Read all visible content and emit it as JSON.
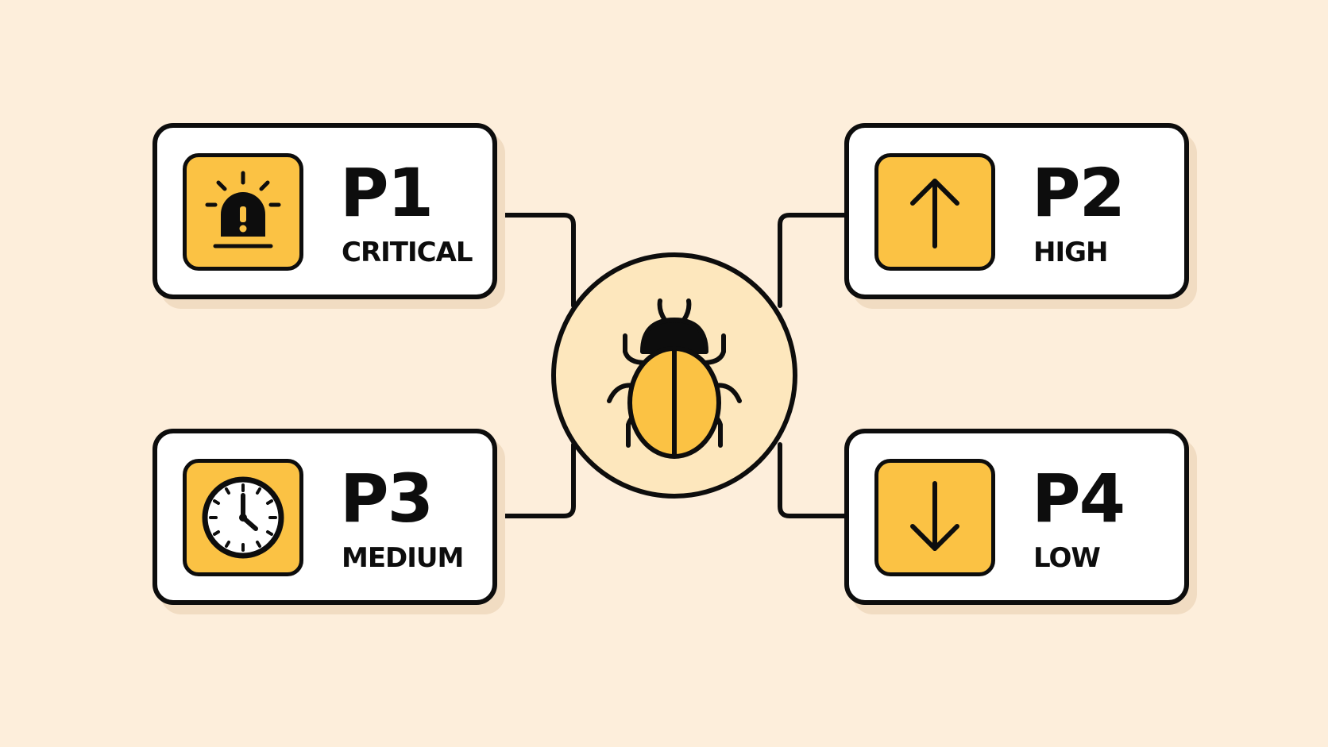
{
  "diagram": {
    "center": {
      "icon": "bug-icon"
    },
    "colors": {
      "background": "#fdeedb",
      "accent": "#fbc244",
      "hub_fill": "#fde7bd",
      "card_fill": "#ffffff",
      "outline": "#0d0d0d"
    },
    "priorities": [
      {
        "code": "P1",
        "level": "CRITICAL",
        "icon": "siren-icon"
      },
      {
        "code": "P2",
        "level": "HIGH",
        "icon": "arrow-up-icon"
      },
      {
        "code": "P3",
        "level": "MEDIUM",
        "icon": "clock-icon"
      },
      {
        "code": "P4",
        "level": "LOW",
        "icon": "arrow-down-icon"
      }
    ]
  }
}
